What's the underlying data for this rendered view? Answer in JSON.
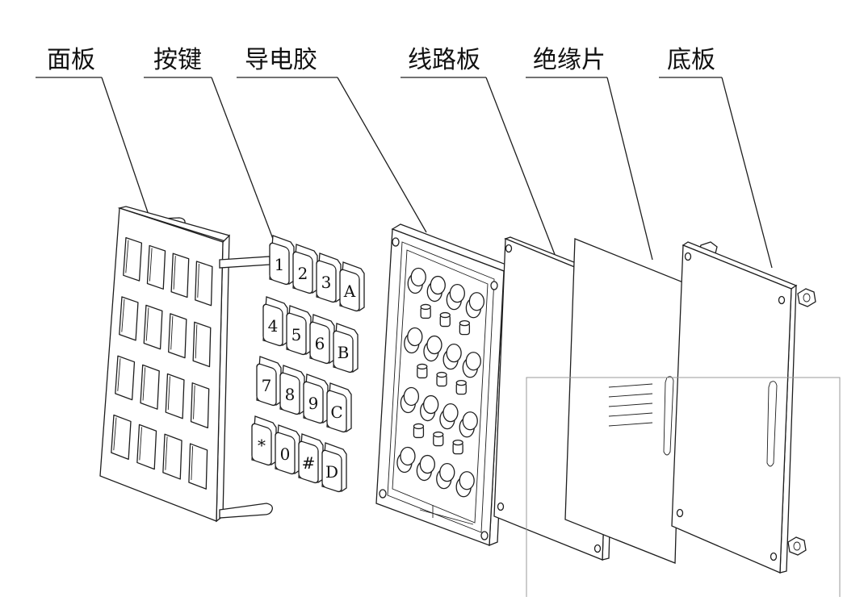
{
  "labels": {
    "panel": "面板",
    "keys": "按键",
    "rubber": "导电胶",
    "pcb": "线路板",
    "insulator": "绝缘片",
    "base": "底板"
  },
  "keys": [
    [
      "1",
      "2",
      "3",
      "A"
    ],
    [
      "4",
      "5",
      "6",
      "B"
    ],
    [
      "7",
      "8",
      "9",
      "C"
    ],
    [
      "*",
      "0",
      "#",
      "D"
    ]
  ]
}
